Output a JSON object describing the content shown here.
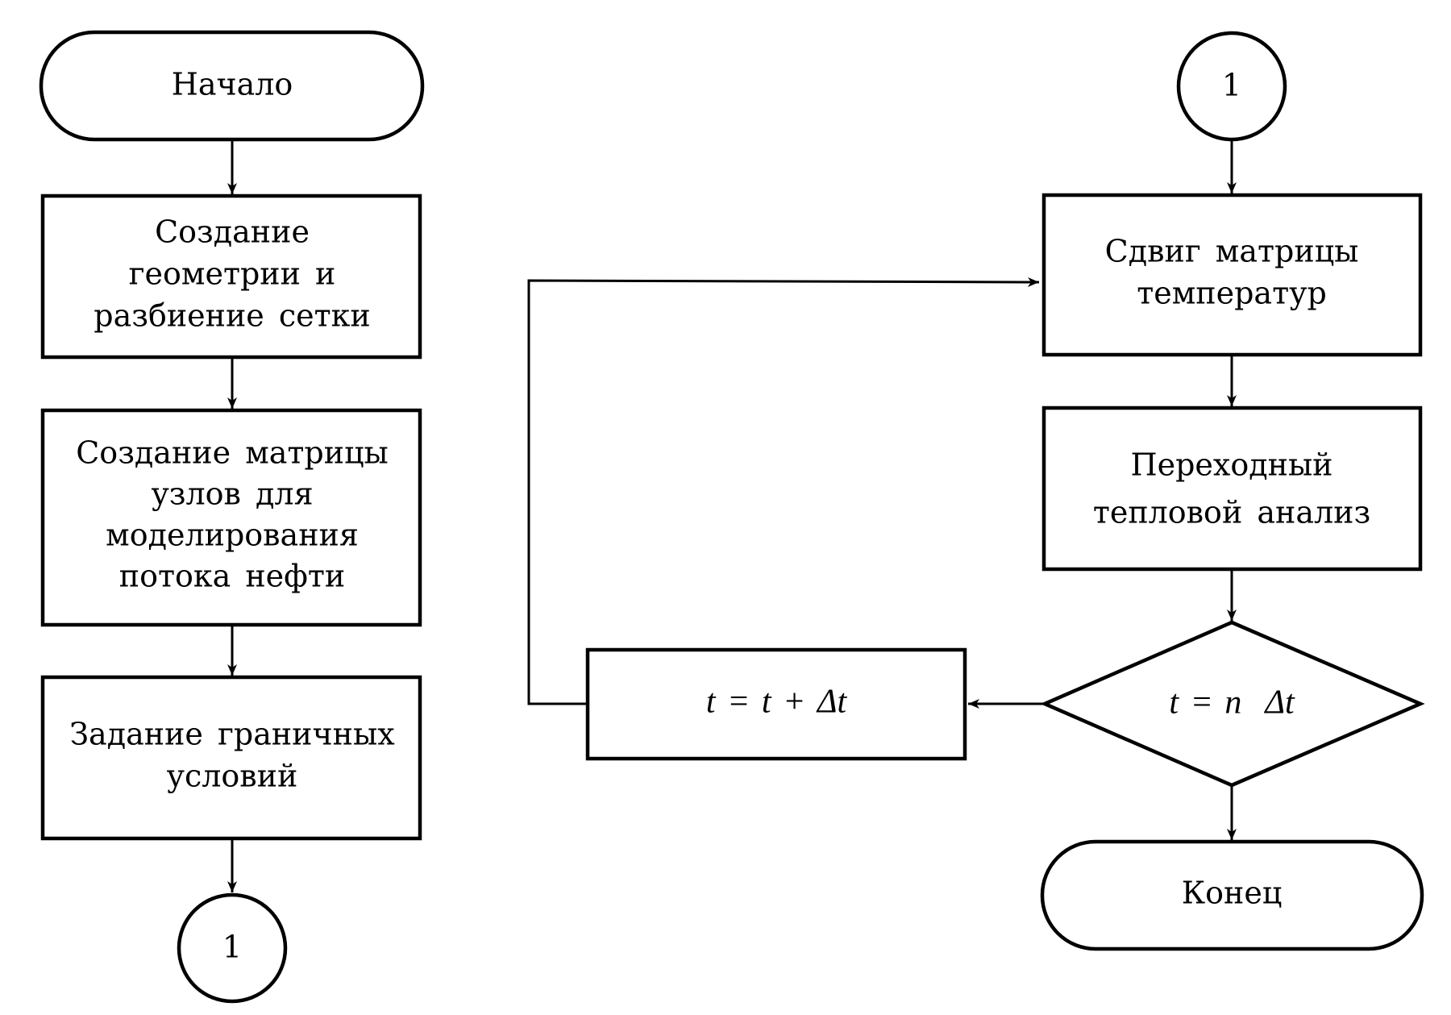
{
  "left_column": {
    "start": "Начало",
    "step_geometry": [
      "Создание",
      "геометрии и",
      "разбиение сетки"
    ],
    "step_nodes": [
      "Создание матрицы",
      "узлов для",
      "моделирования",
      "потока нефти"
    ],
    "step_boundary": [
      "Задание граничных",
      "условий"
    ],
    "connector_out": "1"
  },
  "right_column": {
    "connector_in": "1",
    "step_shift": [
      "Сдвиг матрицы",
      "температур"
    ],
    "step_analysis": [
      "Переходный",
      "тепловой анализ"
    ],
    "decision": "t = n  Δt",
    "end": "Конец"
  },
  "loop": {
    "increment": "t = t + Δt"
  }
}
